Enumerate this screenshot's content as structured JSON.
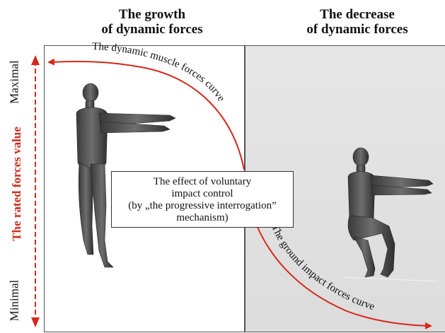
{
  "headings": {
    "left": [
      "The growth",
      "of dynamic forces"
    ],
    "right": [
      "The decrease",
      "of dynamic forces"
    ]
  },
  "axis": {
    "label": "The rated forces value",
    "max": "Maximal",
    "min": "Minimal"
  },
  "curves": {
    "muscle": "The dynamic muscle forces curve",
    "impact": "The ground impact forces curve"
  },
  "center_box": {
    "lines": [
      "The effect of voluntary",
      "impact control",
      "(by „the progressive interrogation”",
      "mechanism)"
    ]
  },
  "colors": {
    "curve": "#d8271a",
    "axis_label": "#d42a1a",
    "right_panel": "#e2e2e2"
  }
}
